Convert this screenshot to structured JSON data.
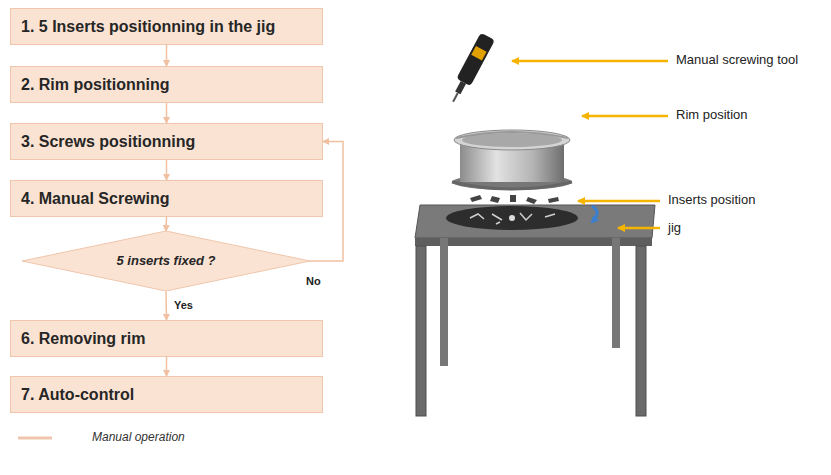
{
  "diagram": {
    "nodes": [
      {
        "text": [
          "1. 5 Inserts positionning in the jig"
        ]
      },
      {
        "text": [
          "2. Rim positionning"
        ]
      },
      {
        "text": [
          "3. Screws positionning"
        ]
      },
      {
        "text": [
          "4. Manual Screwing"
        ]
      },
      {
        "text": [
          "5 inserts fixed ?"
        ]
      },
      {
        "text": [
          "6. Removing rim"
        ]
      },
      {
        "text": [
          "7. Auto-control"
        ]
      }
    ],
    "edges": [
      {
        "from": 0,
        "to": 1,
        "arrow": "to"
      },
      {
        "from": 1,
        "to": 2,
        "arrow": "to"
      },
      {
        "from": 2,
        "to": 3,
        "arrow": "to"
      },
      {
        "from": 3,
        "to": 4,
        "arrow": "to"
      },
      {
        "from": 4,
        "to": 2,
        "arrow": "to",
        "label": "No"
      },
      {
        "from": 4,
        "to": 5,
        "arrow": "to",
        "label": "Yes"
      },
      {
        "from": 5,
        "to": 6,
        "arrow": "to"
      }
    ],
    "labels": [
      "Manual screwing tool",
      "Rim position",
      "Inserts position",
      "jig"
    ],
    "legend": [
      {
        "text": "Manual operation"
      }
    ]
  }
}
